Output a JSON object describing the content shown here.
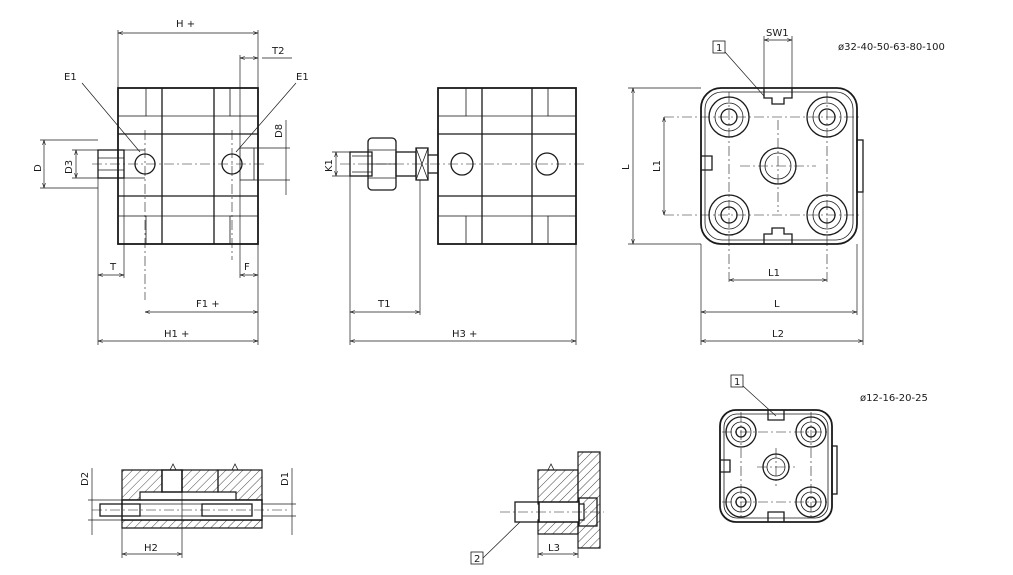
{
  "labels": {
    "h": "H +",
    "t2": "T2",
    "e1_left": "E1",
    "e1_right": "E1",
    "d8": "D8",
    "d": "D",
    "d3": "D3",
    "t": "T",
    "f": "F",
    "f1": "F1 +",
    "h1": "H1 +",
    "k1": "K1",
    "t1": "T1",
    "h3": "H3 +",
    "sw1": "SW1",
    "callout1_top": "1",
    "bore_large": "ø32-40-50-63-80-100",
    "l_vertical": "L",
    "l1_vertical": "L1",
    "l1_horizontal": "L1",
    "l_horizontal": "L",
    "l2": "L2",
    "callout1_bottom": "1",
    "bore_small": "ø12-16-20-25",
    "d2": "D2",
    "d1": "D1",
    "h2": "H2",
    "callout2": "2",
    "l3": "L3"
  }
}
